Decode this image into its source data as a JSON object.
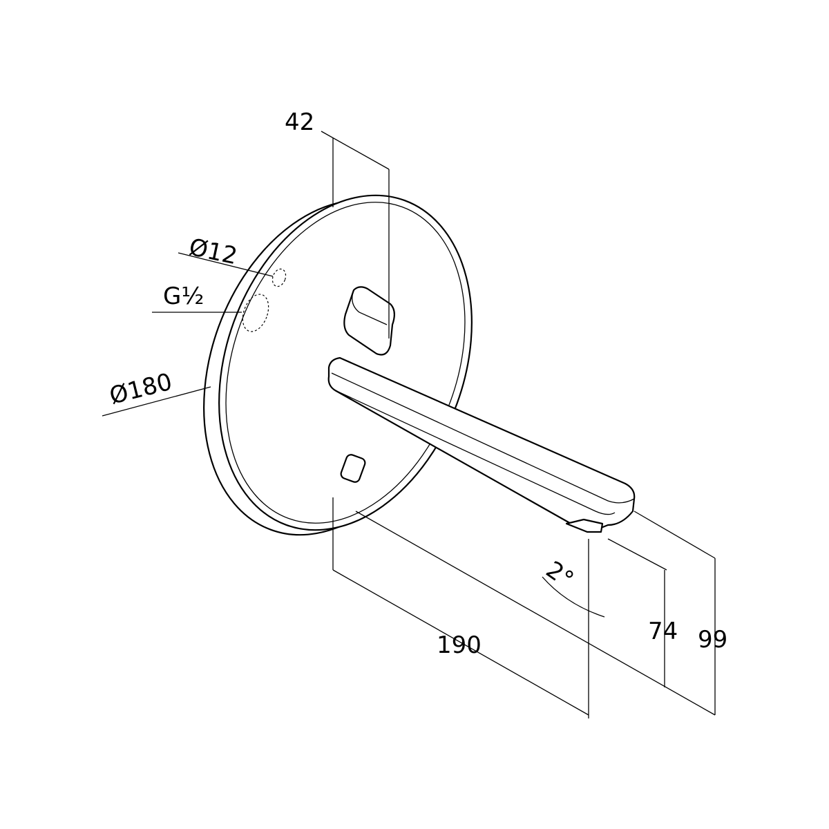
{
  "title": "Wall-mounted spout technical drawing",
  "dimensions": {
    "depth_disc": "42",
    "hole_diameter": "Ø12",
    "thread": "G½",
    "disc_diameter": "Ø180",
    "projection": "190",
    "angle": "2°",
    "height_outlet": "74",
    "height_total": "99"
  }
}
